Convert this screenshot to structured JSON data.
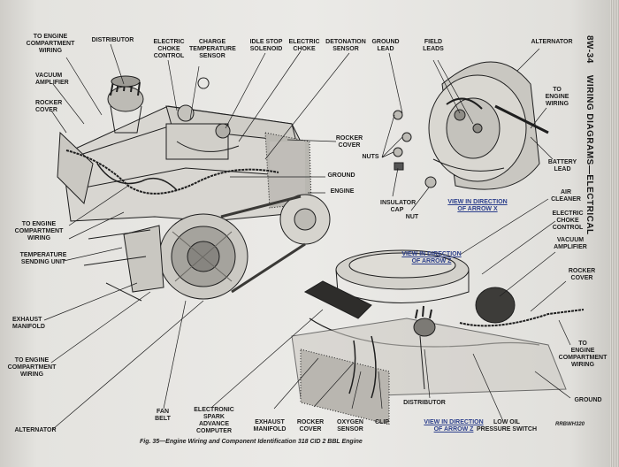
{
  "header": {
    "section": "8W-34",
    "title": "WIRING DIAGRAMS—ELECTRICAL"
  },
  "caption": "Fig. 35—Engine Wiring and Component Identification 318 CID 2 BBL Engine",
  "ref_code": "RRBWH320",
  "labels": {
    "to_engine_compartment_wiring_top": "TO ENGINE\nCOMPARTMENT\nWIRING",
    "distributor_top": "DISTRIBUTOR",
    "electric_choke_control_top": "ELECTRIC\nCHOKE\nCONTROL",
    "charge_temperature_sensor": "CHARGE\nTEMPERATURE\nSENSOR",
    "idle_stop_solenoid": "IDLE STOP\nSOLENOID",
    "electric_choke_top": "ELECTRIC\nCHOKE",
    "detonation_sensor": "DETONATION\nSENSOR",
    "ground_lead": "GROUND\nLEAD",
    "field_leads": "FIELD\nLEADS",
    "alternator_top": "ALTERNATOR",
    "vacuum_amplifier_left": "VACUUM\nAMPLIFIER",
    "rocker_cover_left": "ROCKER\nCOVER",
    "rocker_cover_mid": "ROCKER\nCOVER",
    "ground_mid": "GROUND",
    "engine": "ENGINE",
    "nuts": "NUTS",
    "to_engine_wiring": "TO\nENGINE\nWIRING",
    "battery_lead": "BATTERY\nLEAD",
    "insulator_cap": "INSULATOR\nCAP",
    "nut": "NUT",
    "view_arrow_x": "VIEW IN DIRECTION\nOF ARROW X",
    "air_cleaner": "AIR\nCLEANER",
    "electric_choke_control_right": "ELECTRIC\nCHOKE\nCONTROL",
    "vacuum_amplifier_right": "VACUUM\nAMPLIFIER",
    "rocker_cover_right": "ROCKER\nCOVER",
    "to_engine_compartment_wiring_left": "TO ENGINE\nCOMPARTMENT\nWIRING",
    "temperature_sending_unit": "TEMPERATURE\nSENDING UNIT",
    "exhaust_manifold_left": "EXHAUST\nMANIFOLD",
    "to_engine_compartment_wiring_bottom": "TO ENGINE\nCOMPARTMENT\nWIRING",
    "to_engine_compartment_wiring_right": "TO\nENGINE\nCOMPARTMENT\nWIRING",
    "view_arrow_z": "VIEW IN DIRECTION\nOF ARROW Z",
    "distributor_bottom": "DISTRIBUTOR",
    "ground_right": "GROUND",
    "alternator_bottom": "ALTERNATOR",
    "fan_belt": "FAN\nBELT",
    "electronic_spark_advance_computer": "ELECTRONIC\nSPARK\nADVANCE\nCOMPUTER",
    "exhaust_manifold_bottom": "EXHAUST\nMANIFOLD",
    "rocker_cover_bottom": "ROCKER\nCOVER",
    "oxygen_sensor": "OXYGEN\nSENSOR",
    "clip": "CLIP",
    "low_oil_pressure_switch": "LOW OIL\nPRESSURE SWITCH"
  }
}
